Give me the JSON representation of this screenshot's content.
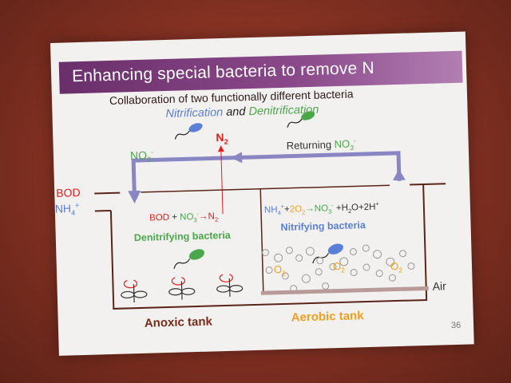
{
  "slide": {
    "title": "Enhancing special bacteria to remove N",
    "subtitle": "Collaboration of two functionally different bacteria",
    "nitrification": "Nitrification",
    "and": "and",
    "denitrification": "Denitrification",
    "page_number": "36"
  },
  "diagram": {
    "n2": {
      "base": "N",
      "sub": "2"
    },
    "no3_left": {
      "base": "NO",
      "sub": "3",
      "sup": "-"
    },
    "returning": {
      "label": "Returning",
      "base": "NO",
      "sub": "3",
      "sup": "-"
    },
    "bod": "BOD",
    "nh4": {
      "base": "NH",
      "sub": "4",
      "sup": "+"
    },
    "denit_reaction": {
      "a": "BOD",
      "plus": " + ",
      "b": "NO",
      "b_sub": "3",
      "b_sup": "-",
      "arrow": "→",
      "c": "N",
      "c_sub": "2"
    },
    "nit_reaction": {
      "a": "NH",
      "a_sub": "4",
      "a_sup": "+",
      "plus1": "+",
      "b": "2O",
      "b_sub": "2",
      "arrow": "→",
      "c": "NO",
      "c_sub": "3",
      "c_sup": "-",
      "rest": " +H",
      "rest_sub": "2",
      "rest2": "O+2H",
      "rest_sup": "+"
    },
    "denitrifying_bacteria": "Denitrifying bacteria",
    "nitrifying_bacteria": "Nitrifying bacteria",
    "o2_1": {
      "base": "O",
      "sub": "2"
    },
    "o2_2": {
      "base": "O",
      "sub": "2"
    },
    "o2_3": {
      "base": "O",
      "sub": "2"
    },
    "air": "Air",
    "anoxic_tank": "Anoxic tank",
    "aerobic_tank": "Aerobic tank"
  },
  "colors": {
    "blue": "#5a7fd6",
    "green": "#4aa84a",
    "red": "#e0201e",
    "orange": "#f0a020",
    "brown": "#7a2a18",
    "arrow": "#8a86c4"
  }
}
